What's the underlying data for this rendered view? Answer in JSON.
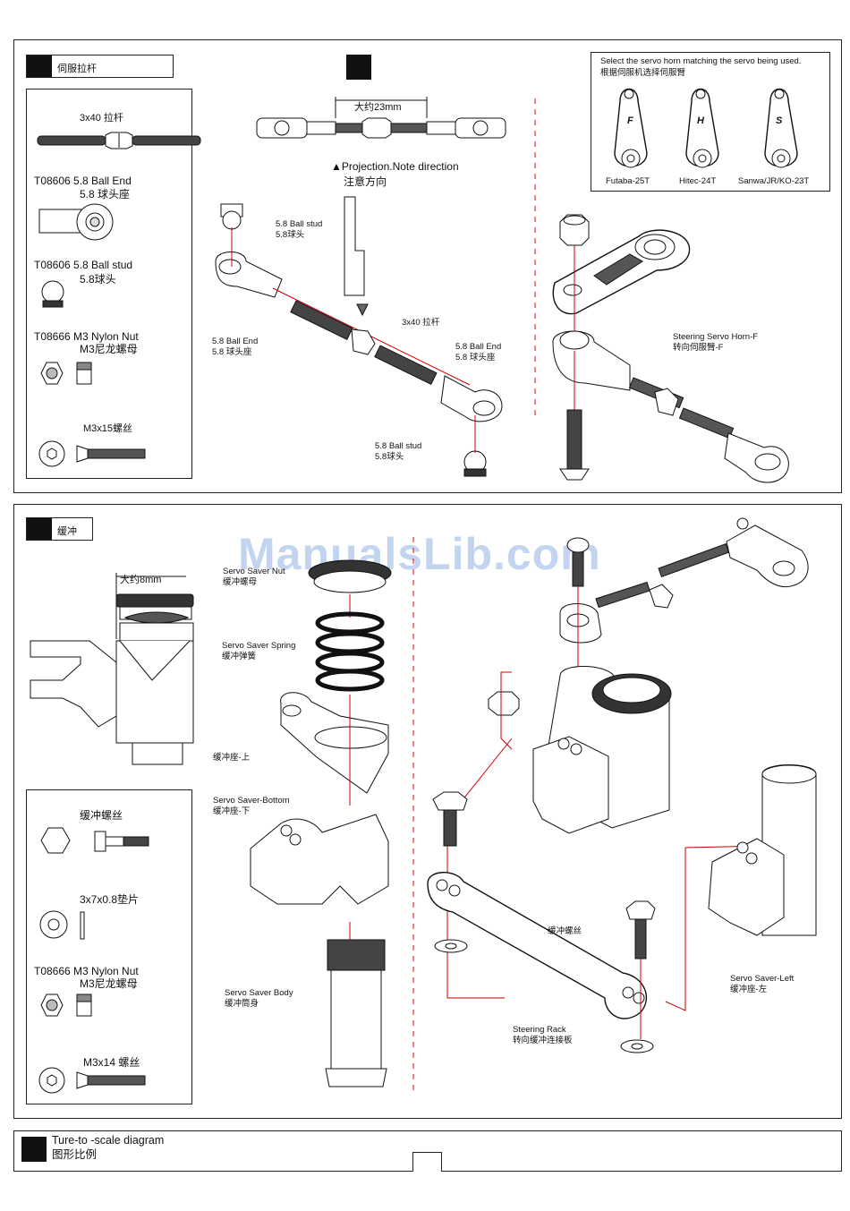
{
  "panel1": {
    "title": "伺服拉杆",
    "parts": [
      {
        "name": "3x40  拉杆"
      },
      {
        "code": "T08606  5.8 Ball End",
        "sub": "5.8  球头座"
      },
      {
        "code": "T08606  5.8 Ball stud",
        "sub": "5.8球头"
      },
      {
        "code": "T08666  M3 Nylon Nut",
        "sub": "M3尼龙螺母"
      },
      {
        "name": "M3x15螺丝"
      }
    ],
    "diagram": {
      "length_label": "大约23mm",
      "projection_note": "▲Projection.Note direction",
      "projection_note_cn": "注意方向",
      "ball_stud_top_en": "5.8 Ball stud",
      "ball_stud_top_cn": "5.8球头",
      "ball_end_left_en": "5.8 Ball End",
      "ball_end_left_cn": "5.8  球头座",
      "rod_label": "3x40  拉杆",
      "ball_end_right_en": "5.8 Ball End",
      "ball_end_right_cn": "5.8  球头座",
      "ball_stud_bottom_en": "5.8 Ball stud",
      "ball_stud_bottom_cn": "5.8球头"
    },
    "horn": {
      "title": "Select the servo horn matching the servo being used.",
      "title_cn": "根据伺服机选择伺服臂",
      "options": [
        {
          "letter": "F",
          "label": "Futaba-25T"
        },
        {
          "letter": "H",
          "label": "Hitec-24T"
        },
        {
          "letter": "S",
          "label": "Sanwa/JR/KO-23T"
        }
      ],
      "steering_horn_en": "Steering Servo Horn-F",
      "steering_horn_cn": "转向伺服臂-F"
    }
  },
  "panel2": {
    "title": "缓冲",
    "approx_label": "大约8mm",
    "parts": [
      {
        "name": "缓冲螺丝"
      },
      {
        "name": "3x7x0.8垫片"
      },
      {
        "code": "T08666  M3 Nylon Nut",
        "sub": "M3尼龙螺母"
      },
      {
        "name": "M3x14  螺丝"
      }
    ],
    "labels": {
      "nut_en": "Servo Saver Nut",
      "nut_cn": "缓冲螺母",
      "spring_en": "Servo Saver Spring",
      "spring_cn": "缓冲弹簧",
      "top_cn": "缓冲座-上",
      "bottom_en": "Servo Saver-Bottom",
      "bottom_cn": "缓冲座-下",
      "body_en": "Servo Saver Body",
      "body_cn": "缓冲筒身",
      "screw_cn": "缓冲螺丝",
      "rack_en": "Steering Rack",
      "rack_cn": "转向缓冲连接板",
      "left_en": "Servo Saver-Left",
      "left_cn": "缓冲座-左"
    }
  },
  "panel3": {
    "title_en": "Ture-to -scale diagram",
    "title_cn": "图形比例"
  },
  "watermark": "ManualsLib.com"
}
